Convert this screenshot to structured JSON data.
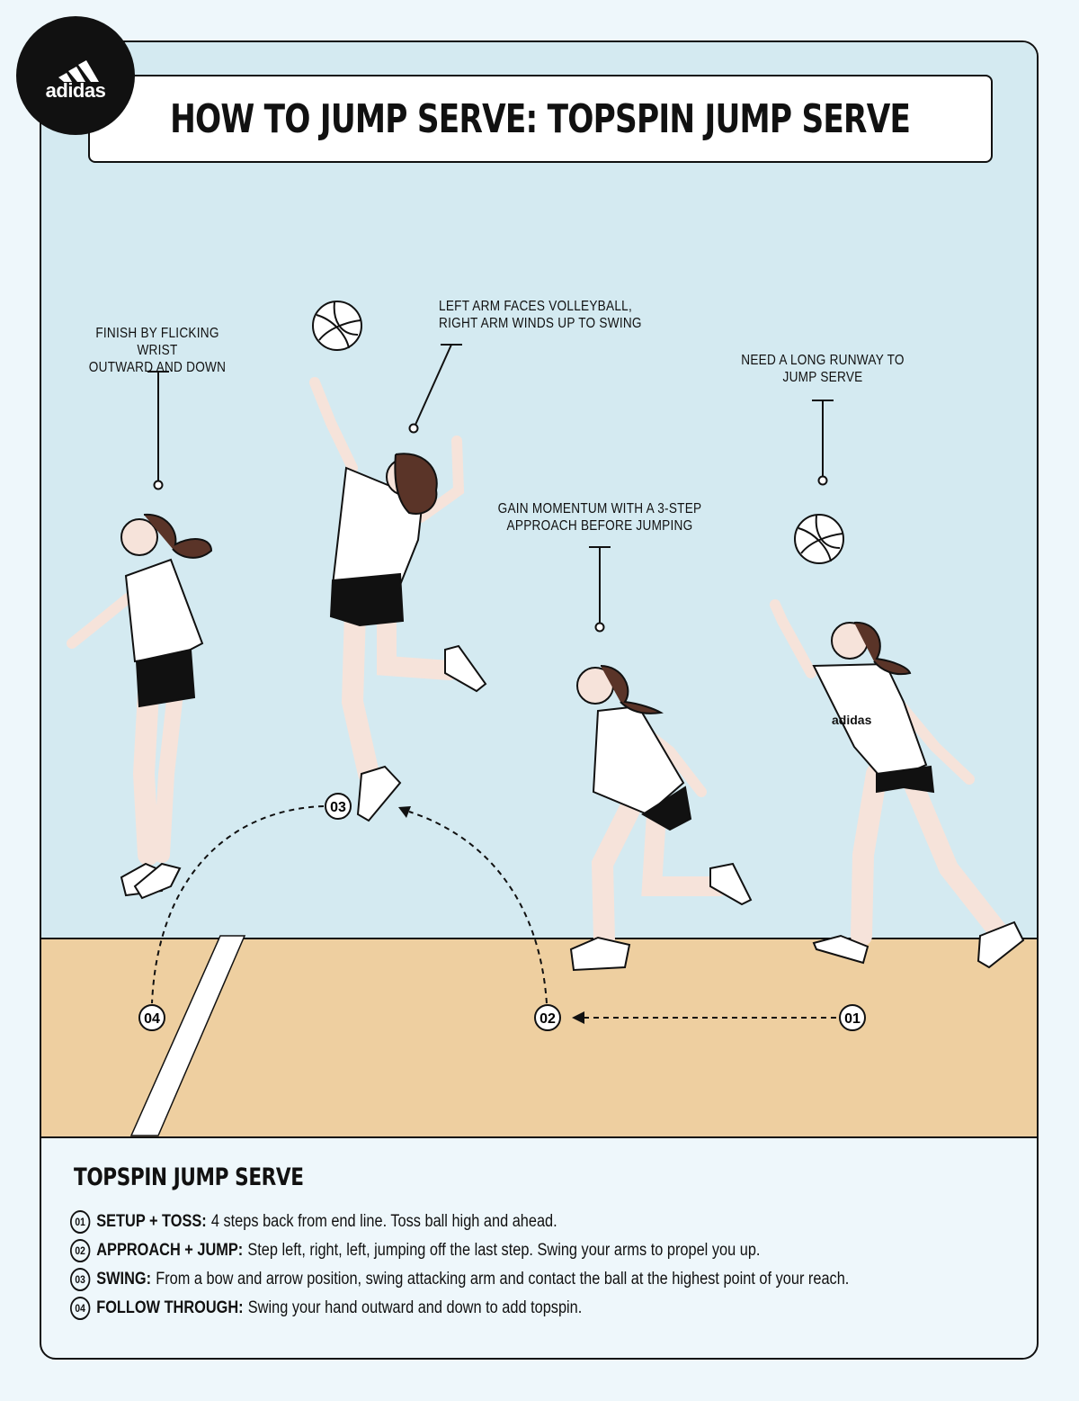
{
  "brand": {
    "name": "adidas"
  },
  "title": "HOW TO JUMP SERVE: TOPSPIN JUMP SERVE",
  "annotations": [
    {
      "id": "finish",
      "text": "FINISH BY FLICKING WRIST\nOUTWARD AND DOWN"
    },
    {
      "id": "left-arm",
      "text": "LEFT ARM FACES VOLLEYBALL,\nRIGHT ARM WINDS UP TO SWING"
    },
    {
      "id": "momentum",
      "text": "GAIN MOMENTUM WITH A 3-STEP\nAPPROACH BEFORE JUMPING"
    },
    {
      "id": "runway",
      "text": "NEED A LONG RUNWAY TO\nJUMP SERVE"
    }
  ],
  "markers": [
    "01",
    "02",
    "03",
    "04"
  ],
  "shirt_logo": "adidas",
  "colors": {
    "wall": "#d4eaf1",
    "floor": "#eecfa0",
    "outline": "#111111",
    "page": "#eef7fb"
  },
  "info": {
    "title": "TOPSPIN JUMP SERVE",
    "steps": [
      {
        "num": "01",
        "label": "SETUP + TOSS:",
        "text": "4 steps back from end line. Toss ball high and ahead."
      },
      {
        "num": "02",
        "label": "APPROACH + JUMP:",
        "text": "Step left, right, left, jumping off the last step. Swing your arms to propel you up."
      },
      {
        "num": "03",
        "label": "SWING:",
        "text": "From a bow and arrow position, swing attacking arm and contact the ball at the highest point of your reach."
      },
      {
        "num": "04",
        "label": "FOLLOW THROUGH:",
        "text": "Swing your hand outward and down to add topspin."
      }
    ]
  }
}
